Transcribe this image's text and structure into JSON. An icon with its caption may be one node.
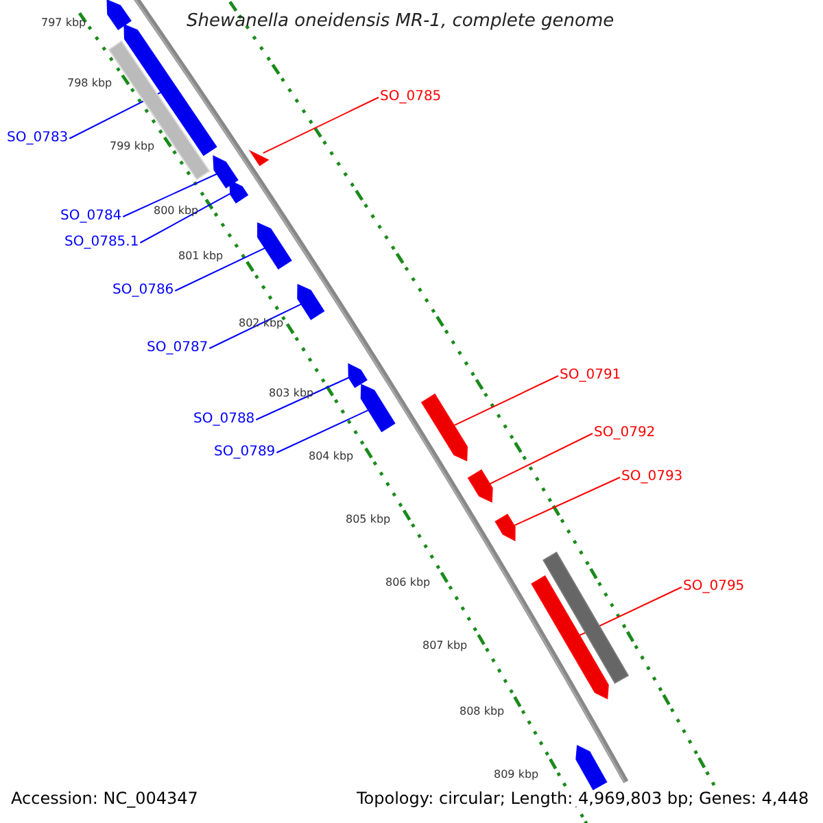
{
  "diagram": {
    "title": "Shewanella oneidensis MR-1, complete genome",
    "nodes": [
      {
        "text": [
          "SO_0785"
        ]
      },
      {
        "text": [
          "SO_0783"
        ]
      },
      {
        "text": [
          "SO_0784"
        ]
      },
      {
        "text": [
          "SO_0785.1"
        ]
      },
      {
        "text": [
          "SO_0786"
        ]
      },
      {
        "text": [
          "SO_0787"
        ]
      },
      {
        "text": [
          "SO_0788"
        ]
      },
      {
        "text": [
          "SO_0789"
        ]
      },
      {
        "text": [
          "SO_0791"
        ]
      },
      {
        "text": [
          "SO_0792"
        ]
      },
      {
        "text": [
          "SO_0793"
        ]
      },
      {
        "text": [
          "SO_0795"
        ]
      },
      {
        "text": [],
        "shape": "arrow"
      },
      {
        "text": [],
        "shape": "arrow"
      },
      {
        "text": [],
        "shape": "arrow"
      },
      {
        "text": [],
        "shape": "arrow"
      },
      {
        "text": [],
        "shape": "arrow"
      },
      {
        "text": [],
        "shape": "arrow"
      },
      {
        "text": [],
        "shape": "arrow"
      },
      {
        "text": [],
        "shape": "arrow"
      },
      {
        "text": [],
        "shape": "arrow"
      },
      {
        "text": [],
        "shape": "arrow"
      },
      {
        "text": [],
        "shape": "arrow"
      },
      {
        "text": [],
        "shape": "arrow"
      },
      {
        "text": [],
        "shape": "arrow"
      },
      {
        "text": [],
        "shape": "bar"
      },
      {
        "text": [],
        "shape": "bar"
      },
      {
        "text": [],
        "shape": "arrow"
      }
    ],
    "edges": [
      {
        "from": 0,
        "to": 12,
        "arrow": "none",
        "color": "#ff0000"
      },
      {
        "from": 1,
        "to": 13,
        "arrow": "none"
      },
      {
        "from": 2,
        "to": 14,
        "arrow": "none"
      },
      {
        "from": 3,
        "to": 15,
        "arrow": "none"
      },
      {
        "from": 4,
        "to": 16,
        "arrow": "none"
      },
      {
        "from": 5,
        "to": 17,
        "arrow": "none"
      },
      {
        "from": 6,
        "to": 18,
        "arrow": "none"
      },
      {
        "from": 7,
        "to": 19,
        "arrow": "none"
      },
      {
        "from": 8,
        "to": 20,
        "arrow": "none",
        "color": "#ff0000"
      },
      {
        "from": 9,
        "to": 21,
        "arrow": "none",
        "color": "#ff0000"
      },
      {
        "from": 10,
        "to": 22,
        "arrow": "none",
        "color": "#ff0000"
      },
      {
        "from": 11,
        "to": 23,
        "arrow": "none",
        "color": "#ff0000"
      }
    ],
    "labels": [
      "797 kbp",
      "798 kbp",
      "799 kbp",
      "800 kbp",
      "801 kbp",
      "802 kbp",
      "803 kbp",
      "804 kbp",
      "805 kbp",
      "806 kbp",
      "807 kbp",
      "808 kbp",
      "809 kbp",
      "Accession: NC_004347",
      "Topology: circular; Length: 4,969,803 bp; Genes: 4,448"
    ]
  }
}
